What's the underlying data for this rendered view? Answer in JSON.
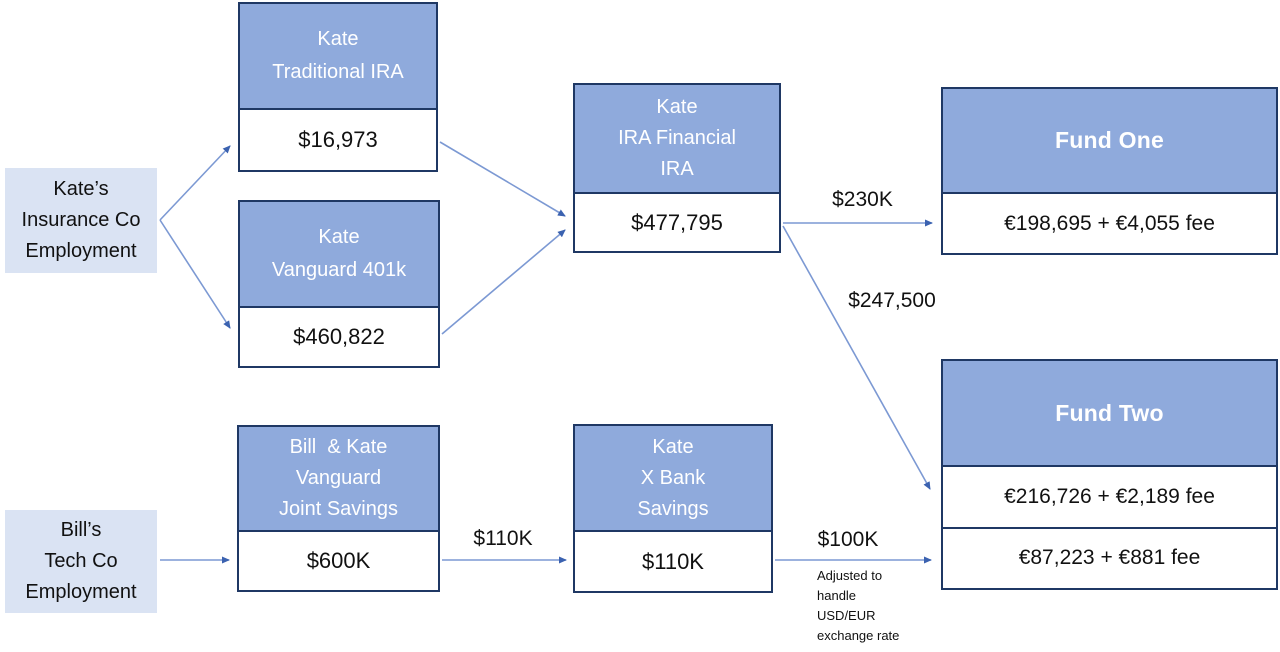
{
  "colors": {
    "header_fill": "#8faadc",
    "source_fill": "#dae3f3",
    "border": "#1f3864",
    "arrow": "#7c99d3",
    "arrowhead": "#3b62b0"
  },
  "sources": {
    "kate": {
      "label": "Kate’s\nInsurance Co\nEmployment"
    },
    "bill": {
      "label": "Bill’s\nTech Co\nEmployment"
    }
  },
  "accounts": {
    "traditional_ira": {
      "title": "Kate\nTraditional IRA",
      "value": "$16,973"
    },
    "vanguard_401k": {
      "title": "Kate\nVanguard 401k",
      "value": "$460,822"
    },
    "ira_financial": {
      "title": "Kate\nIRA Financial\nIRA",
      "value": "$477,795"
    },
    "joint_savings": {
      "title": "Bill  & Kate\nVanguard\nJoint Savings",
      "value": "$600K"
    },
    "x_bank": {
      "title": "Kate\nX Bank\nSavings",
      "value": "$110K"
    }
  },
  "funds": {
    "fund_one": {
      "title": "Fund One",
      "rows": [
        "€198,695 + €4,055 fee"
      ]
    },
    "fund_two": {
      "title": "Fund Two",
      "rows": [
        "€216,726 + €2,189 fee",
        "€87,223 + €881 fee"
      ]
    }
  },
  "flow_labels": {
    "ira_to_fund_one": "$230K",
    "ira_to_fund_two": "$247,500",
    "joint_to_xbank": "$110K",
    "xbank_to_fund_two": "$100K"
  },
  "note": "Adjusted to\nhandle\nUSD/EUR\nexchange rate"
}
